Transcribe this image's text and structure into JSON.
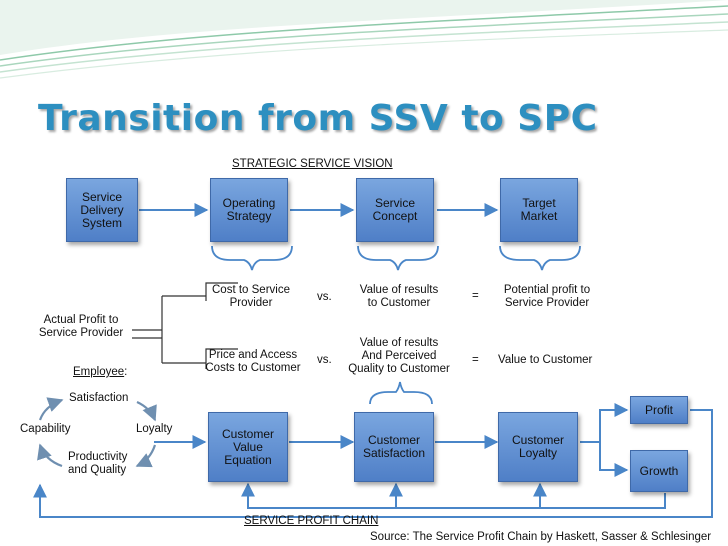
{
  "title": "Transition from SSV to SPC",
  "headers": {
    "top": "STRATEGIC SERVICE VISION",
    "bottom": "SERVICE PROFIT CHAIN"
  },
  "top_boxes": [
    {
      "id": "service-delivery-system",
      "label": "Service\nDelivery\nSystem"
    },
    {
      "id": "operating-strategy",
      "label": "Operating\nStrategy"
    },
    {
      "id": "service-concept",
      "label": "Service\nConcept"
    },
    {
      "id": "target-market",
      "label": "Target\nMarket"
    }
  ],
  "equations": {
    "row1": {
      "left": "Cost to Service\nProvider",
      "op1": "vs.",
      "middle": "Value of results\nto Customer",
      "op2": "=",
      "right": "Potential profit to\nService Provider"
    },
    "row2": {
      "left": "Price and Access\nCosts to Customer",
      "op1": "vs.",
      "middle": "Value of results\nAnd Perceived\nQuality to Customer",
      "op2": "=",
      "right": "Value to Customer"
    }
  },
  "actual_profit": "Actual Profit to\nService Provider",
  "employee_cycle": {
    "heading": "Employee",
    "heading_suffix": ":",
    "satisfaction": "Satisfaction",
    "loyalty": "Loyalty",
    "capability": "Capability",
    "productivity": "Productivity\nand Quality"
  },
  "bottom_boxes": [
    {
      "id": "customer-value-equation",
      "label": "Customer\nValue\nEquation"
    },
    {
      "id": "customer-satisfaction",
      "label": "Customer\nSatisfaction"
    },
    {
      "id": "customer-loyalty",
      "label": "Customer\nLoyalty"
    },
    {
      "id": "profit",
      "label": "Profit"
    },
    {
      "id": "growth",
      "label": "Growth"
    }
  ],
  "source": "Source: The Service Profit Chain by Haskett, Sasser & Schlesinger",
  "colors": {
    "title": "#2d8fc0",
    "box_fill_top": "#7aa6df",
    "box_fill_bottom": "#4f7fc7",
    "arrow": "#4a86c8",
    "swoosh": "#8ec9a9"
  }
}
